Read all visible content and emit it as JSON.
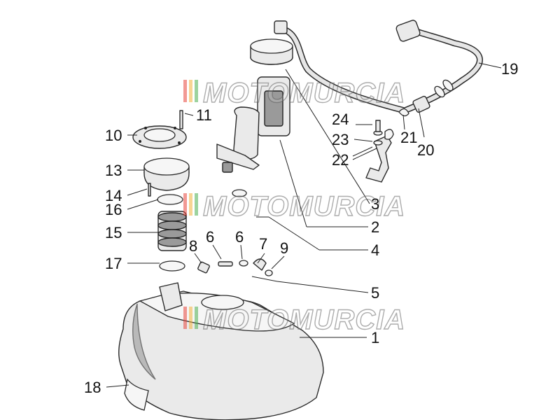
{
  "callouts": {
    "c1": "1",
    "c2": "2",
    "c3": "3",
    "c4": "4",
    "c5": "5",
    "c6a": "6",
    "c6b": "6",
    "c7": "7",
    "c8": "8",
    "c9": "9",
    "c10": "10",
    "c11": "11",
    "c13": "13",
    "c14": "14",
    "c15": "15",
    "c16": "16",
    "c17": "17",
    "c18": "18",
    "c19": "19",
    "c20": "20",
    "c21": "21",
    "c22": "22",
    "c23": "23",
    "c24": "24"
  },
  "watermark": {
    "text": "MOTOMURCIA",
    "stripe_colors": [
      "#e8463c",
      "#f3b33d",
      "#4caf50"
    ]
  }
}
